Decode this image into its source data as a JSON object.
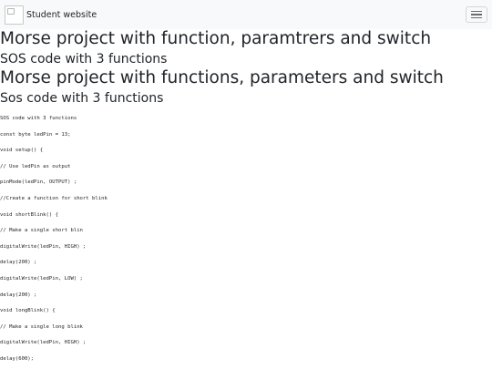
{
  "navbar": {
    "brand_text": "Student website"
  },
  "headings": {
    "main": "Morse project with function, paramtrers and switch",
    "sub": "SOS code with 3 functions",
    "main2": "Morse project with functions, parameters and switch",
    "sub2": "Sos code with 3 functions"
  },
  "code_lines": [
    "SOS code with 3 functions",
    "const byte ledPin = 13;",
    "void setup() {",
    "// Use ledPin as output",
    "pinMode(ledPin, OUTPUT) ;",
    "//Create a function for short blink",
    "void shortBlink() {",
    "// Make a single short blin",
    "digitalWrite(ledPin, HIGH) ;",
    "delay(200) ;",
    "digitalWrite(ledPin, LOW) ;",
    "delay(200) ;",
    "void longBlink() {",
    "// Make a single long blink",
    "digitalWrite(ledPin, HIGH) ;",
    "delay(600);"
  ]
}
